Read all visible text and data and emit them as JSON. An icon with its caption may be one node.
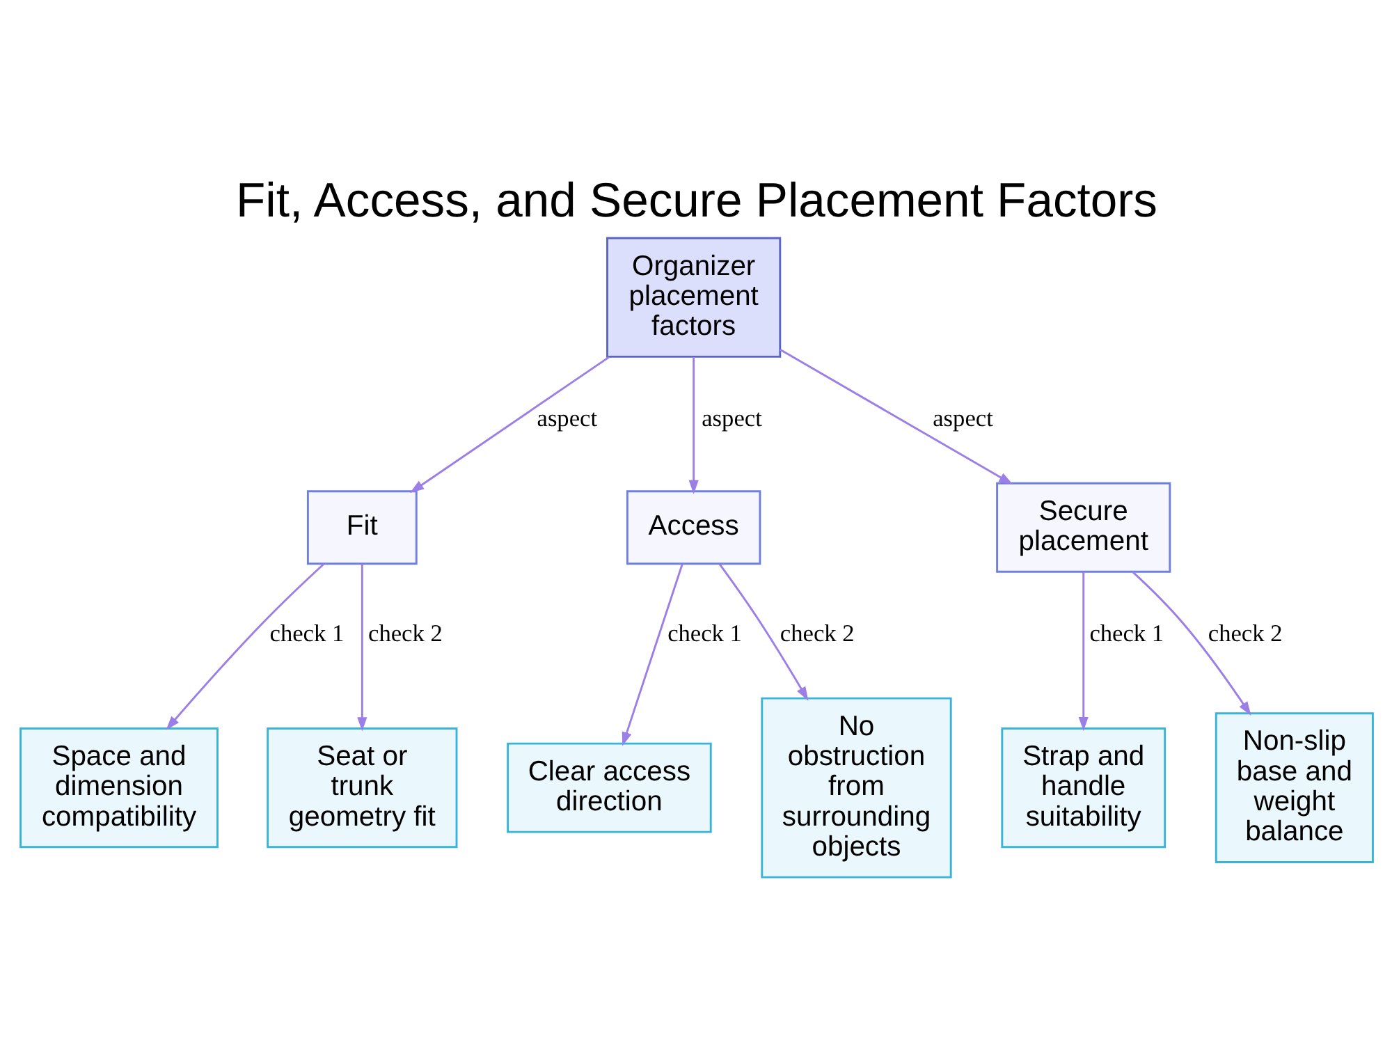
{
  "diagram": {
    "title": "Fit, Access, and Secure Placement Factors",
    "nodes": [
      {
        "text": [
          "Organizer placement factors"
        ]
      },
      {
        "text": [
          "Fit"
        ]
      },
      {
        "text": [
          "Access"
        ]
      },
      {
        "text": [
          "Secure placement"
        ]
      },
      {
        "text": [
          "Space and dimension compatibility"
        ]
      },
      {
        "text": [
          "Seat or trunk geometry fit"
        ]
      },
      {
        "text": [
          "Clear access direction"
        ]
      },
      {
        "text": [
          "No obstruction from surrounding objects"
        ]
      },
      {
        "text": [
          "Strap and handle suitability"
        ]
      },
      {
        "text": [
          "Non-slip base and weight balance"
        ]
      }
    ],
    "edges": [
      {
        "from": 0,
        "to": 1,
        "arrow": "to",
        "label": "aspect"
      },
      {
        "from": 0,
        "to": 2,
        "arrow": "to",
        "label": "aspect"
      },
      {
        "from": 0,
        "to": 3,
        "arrow": "to",
        "label": "aspect"
      },
      {
        "from": 1,
        "to": 4,
        "arrow": "to",
        "label": "check 1"
      },
      {
        "from": 1,
        "to": 5,
        "arrow": "to",
        "label": "check 2"
      },
      {
        "from": 2,
        "to": 6,
        "arrow": "to",
        "label": "check 1"
      },
      {
        "from": 2,
        "to": 7,
        "arrow": "to",
        "label": "check 2"
      },
      {
        "from": 3,
        "to": 8,
        "arrow": "to",
        "label": "check 1"
      },
      {
        "from": 3,
        "to": 9,
        "arrow": "to",
        "label": "check 2"
      }
    ]
  }
}
